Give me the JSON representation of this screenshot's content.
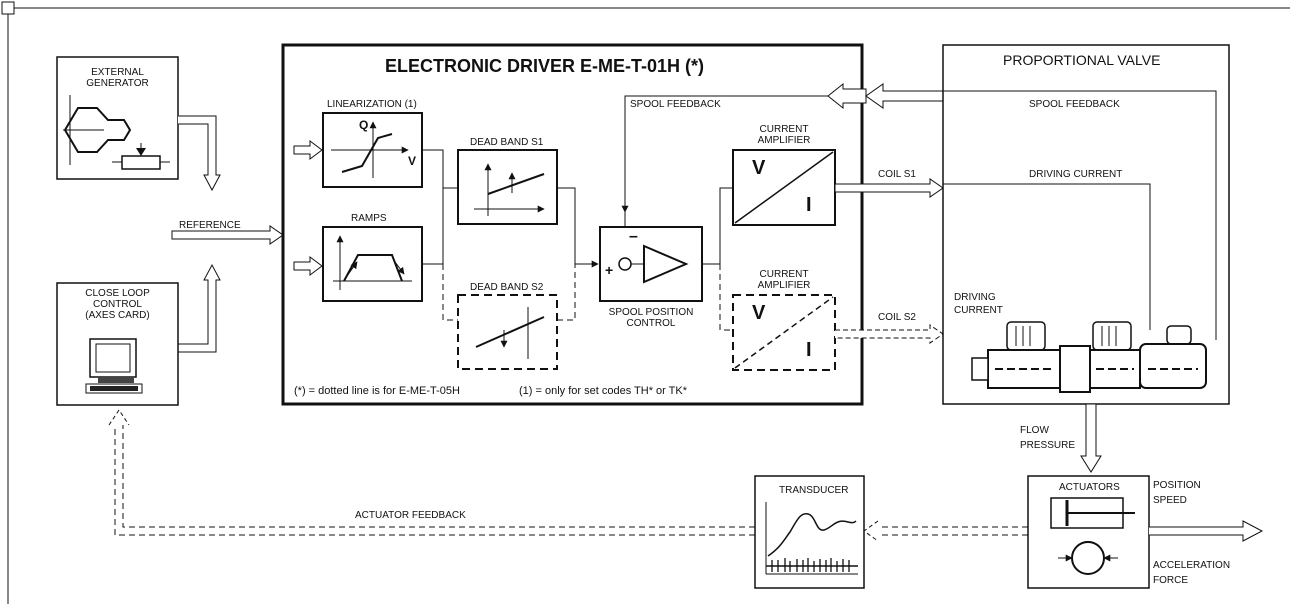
{
  "figure_label": "",
  "driver_box": {
    "title": "ELECTRONIC DRIVER E-ME-T-01H (*)",
    "note_dotted": "(*) = dotted line is for E-ME-T-05H",
    "note_codes": "(1) = only for set codes TH* or TK*"
  },
  "blocks": {
    "linearization": "LINEARIZATION (1)",
    "ramps": "RAMPS",
    "dead_band_s1": "DEAD BAND S1",
    "dead_band_s2": "DEAD BAND S2",
    "current_amplifier_1": [
      "CURRENT",
      "AMPLIFIER"
    ],
    "current_amplifier_2": [
      "CURRENT",
      "AMPLIFIER"
    ],
    "spool_position_control": [
      "SPOOL POSITION",
      "CONTROL"
    ],
    "spool_feedback_inner": "SPOOL FEEDBACK",
    "q_label": "Q",
    "v_label": "V",
    "amp_v": "V",
    "amp_i": "I",
    "minus": "–",
    "plus": "+"
  },
  "external_generator": [
    "EXTERNAL",
    "GENERATOR"
  ],
  "close_loop": [
    "CLOSE LOOP",
    "CONTROL",
    "(AXES CARD)"
  ],
  "reference": "REFERENCE",
  "proportional_valve": {
    "title": "PROPORTIONAL VALVE",
    "spool_feedback": "SPOOL FEEDBACK",
    "driving_current": "DRIVING CURRENT",
    "driving_current_2": [
      "DRIVING",
      "CURRENT"
    ]
  },
  "coil_s1": "COIL S1",
  "coil_s2": "COIL S2",
  "flow_pressure": [
    "FLOW",
    "PRESSURE"
  ],
  "actuators": "ACTUATORS",
  "transducer": "TRANSDUCER",
  "actuator_feedback": "ACTUATOR FEEDBACK",
  "position_speed": [
    "POSITION",
    "SPEED"
  ],
  "acceleration_force": [
    "ACCELERATION",
    "FORCE"
  ]
}
